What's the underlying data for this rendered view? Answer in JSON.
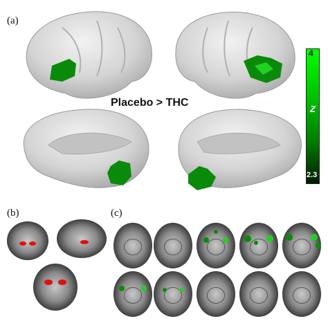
{
  "panels": {
    "a": {
      "label": "(a)",
      "title": "Placebo > THC"
    },
    "b": {
      "label": "(b)"
    },
    "c": {
      "label": "(c)"
    }
  },
  "colorbar": {
    "max": "4",
    "min": "2.3",
    "variable": "Z"
  },
  "colors": {
    "activation_green": "#0a8a0a",
    "bright_green": "#22d022",
    "seed_red": "#e01010",
    "cortex": "#d9d9d9",
    "slice_bg": "#1a1a1a"
  },
  "slices": {
    "row1_count": 5,
    "row2_count": 5
  }
}
